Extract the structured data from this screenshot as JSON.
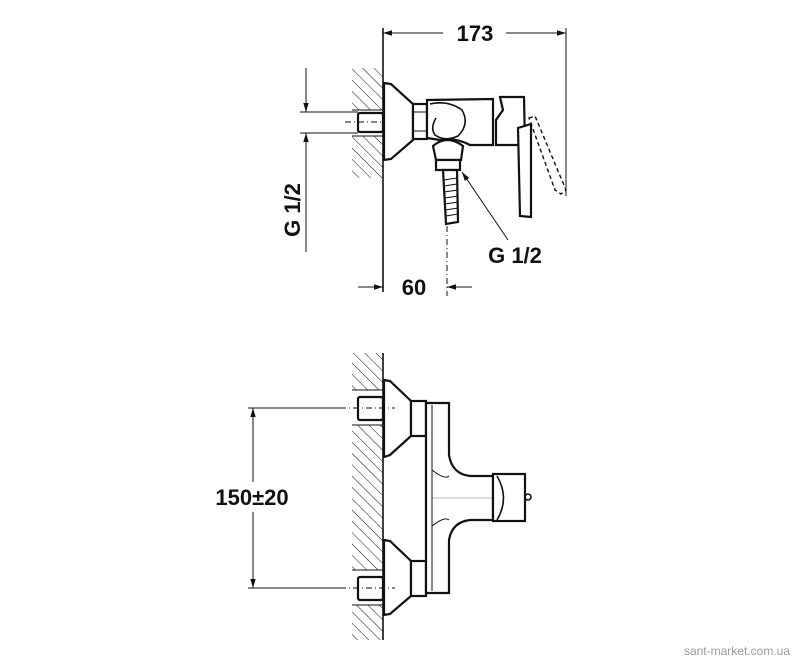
{
  "top_view": {
    "width_dim": "173",
    "offset_dim": "60",
    "inlet_thread": "G 1/2",
    "outlet_thread": "G 1/2"
  },
  "front_view": {
    "inlet_spacing_dim": "150±20"
  },
  "watermark": "sant-market.com.ua"
}
